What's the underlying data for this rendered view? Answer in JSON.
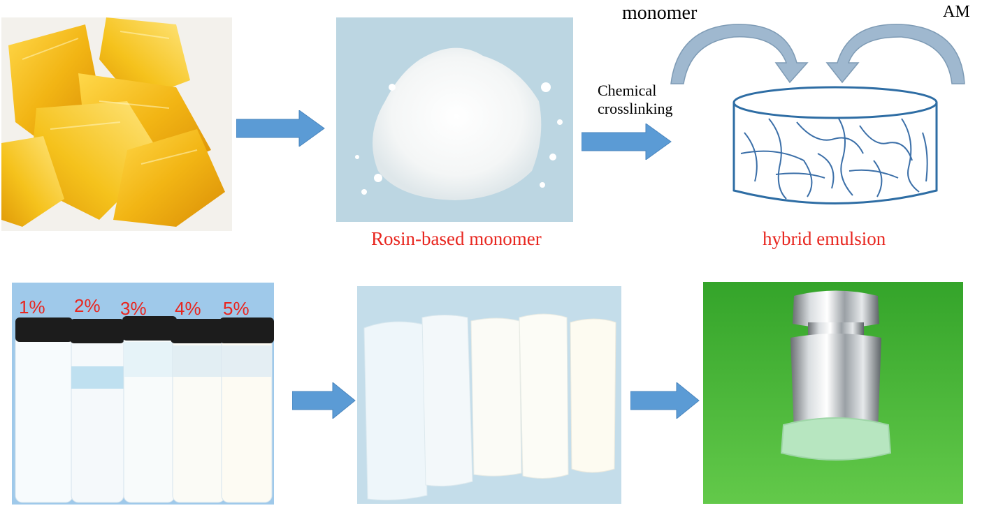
{
  "top_row": {
    "rosin_caption": "Rosin-based monomer",
    "chemical_label_line1": "Chemical",
    "chemical_label_line2": "crosslinking",
    "monomer_label": "monomer",
    "am_label": "AM",
    "emulsion_caption": "hybrid emulsion"
  },
  "bottom_row": {
    "vial_labels": [
      "1%",
      "2%",
      "3%",
      "4%",
      "5%"
    ]
  },
  "colors": {
    "arrow_fill": "#5b9bd5",
    "caption_red": "#e8261f",
    "vessel_stroke": "#2e6da4",
    "network_stroke": "#3b6fa8"
  }
}
